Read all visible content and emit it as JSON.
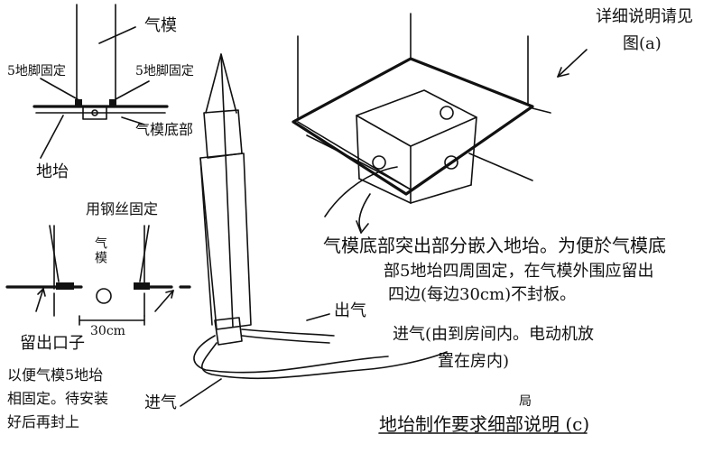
{
  "labels": {
    "mold_top": "气模",
    "bolt_left": "5地脚固定",
    "bolt_right": "5地脚固定",
    "mold_base": "气模底部",
    "foundation_left": "地坮",
    "steel_wire": "用钢丝固定",
    "mold_mid": "气模",
    "gap_dim": "30cm",
    "reserve_1": "留出口子",
    "reserve_2": "以便气模5地坮",
    "reserve_3": "相固定。待安装",
    "reserve_4": "好后再封上",
    "detail_1": "详细说明请见",
    "detail_2": "图(a)",
    "note_1": "气模底部突出部分嵌入地坮。为便於气模底",
    "note_2": "部5地坮四周固定，在气模外围应留出",
    "note_3": "四边(每边30cm)不封板。",
    "outlet": "出气",
    "inlet_1": "进气(由到房间内。电动机放",
    "inlet_2": "置在房内)",
    "inlet_bottom": "进气",
    "footer_correction": "局",
    "footer": "地坮制作要求细部说明 (c)"
  }
}
